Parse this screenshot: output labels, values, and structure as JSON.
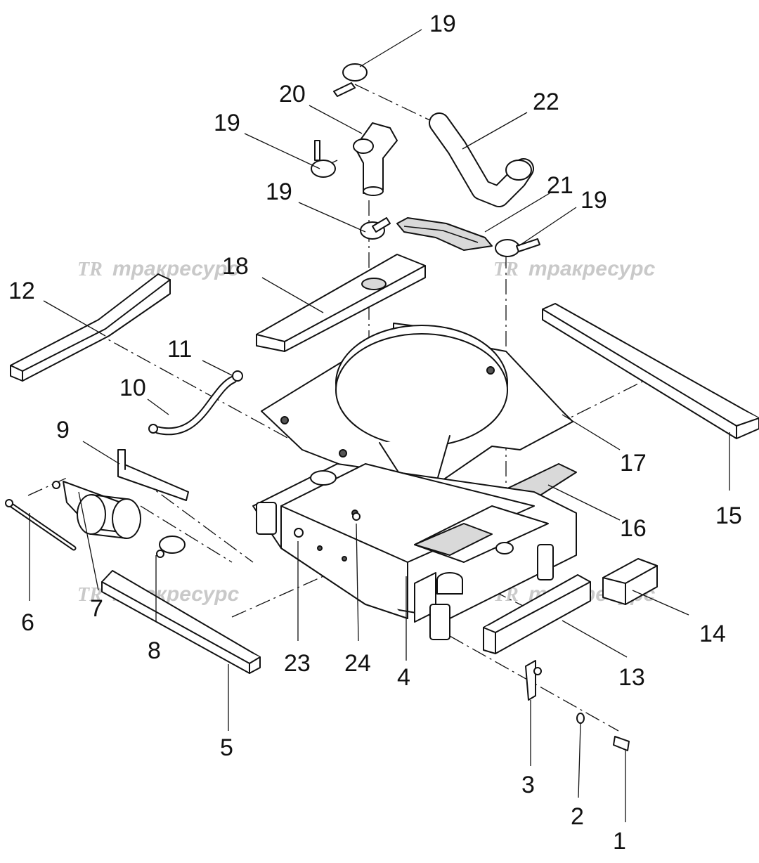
{
  "diagram": {
    "callouts": [
      {
        "id": "c1",
        "label": "1"
      },
      {
        "id": "c2",
        "label": "2"
      },
      {
        "id": "c3",
        "label": "3"
      },
      {
        "id": "c4",
        "label": "4"
      },
      {
        "id": "c5",
        "label": "5"
      },
      {
        "id": "c6",
        "label": "6"
      },
      {
        "id": "c7",
        "label": "7"
      },
      {
        "id": "c8",
        "label": "8"
      },
      {
        "id": "c9",
        "label": "9"
      },
      {
        "id": "c10",
        "label": "10"
      },
      {
        "id": "c11",
        "label": "11"
      },
      {
        "id": "c12",
        "label": "12"
      },
      {
        "id": "c13",
        "label": "13"
      },
      {
        "id": "c14",
        "label": "14"
      },
      {
        "id": "c15",
        "label": "15"
      },
      {
        "id": "c16",
        "label": "16"
      },
      {
        "id": "c17",
        "label": "17"
      },
      {
        "id": "c18",
        "label": "18"
      },
      {
        "id": "c19a",
        "label": "19"
      },
      {
        "id": "c19b",
        "label": "19"
      },
      {
        "id": "c19c",
        "label": "19"
      },
      {
        "id": "c19d",
        "label": "19"
      },
      {
        "id": "c20",
        "label": "20"
      },
      {
        "id": "c21",
        "label": "21"
      },
      {
        "id": "c22",
        "label": "22"
      },
      {
        "id": "c23",
        "label": "23"
      },
      {
        "id": "c24",
        "label": "24"
      }
    ]
  },
  "watermark": {
    "logo": "TR",
    "text": "тракресурс",
    "color": "#c9c9c9"
  },
  "colors": {
    "line": "#111111",
    "background": "#ffffff",
    "shade": "#d9d9d9"
  }
}
